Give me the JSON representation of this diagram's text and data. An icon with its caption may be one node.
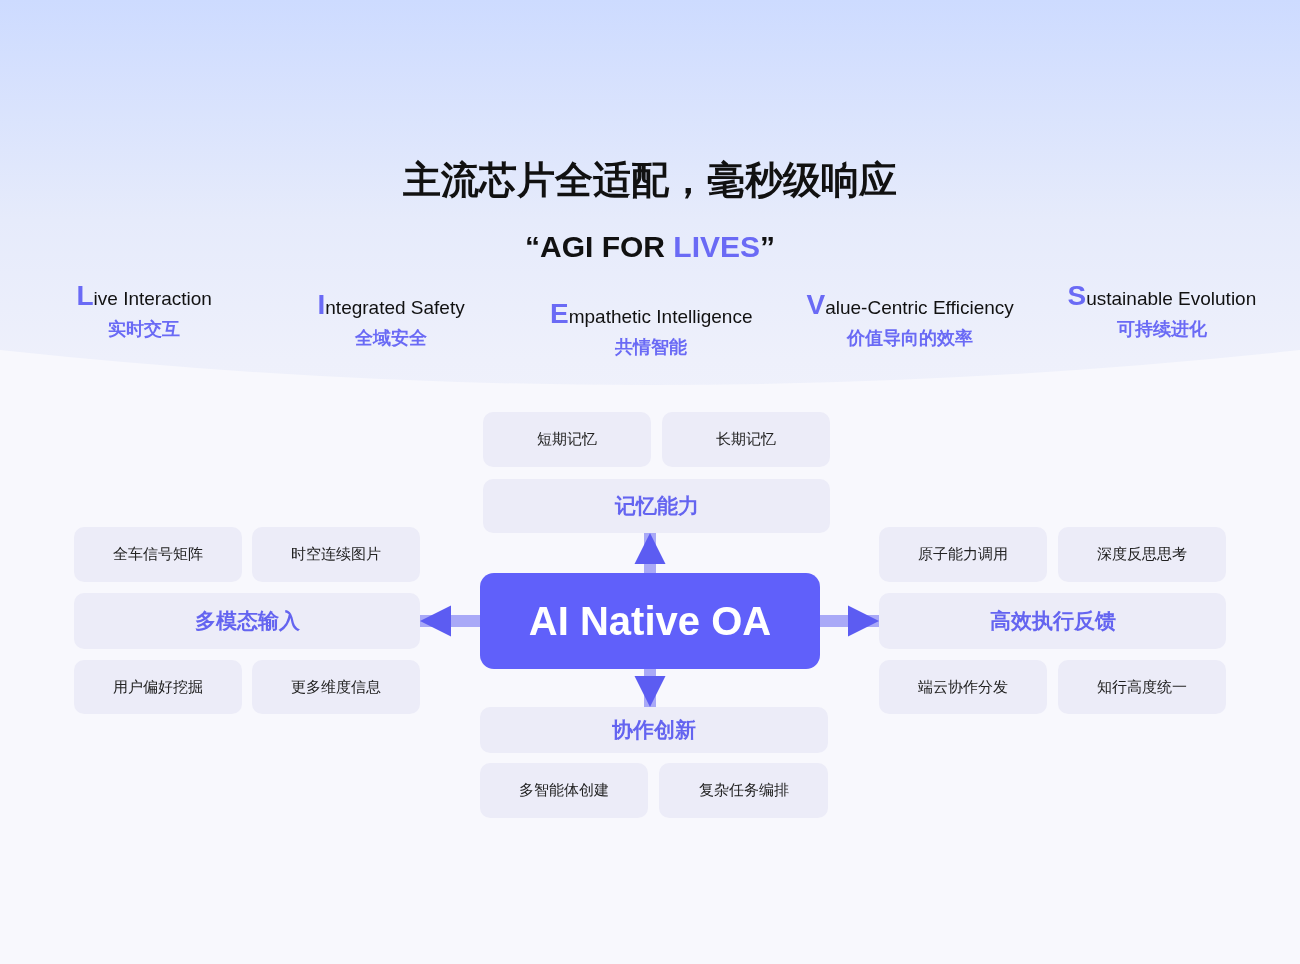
{
  "diagram": {
    "title": "主流芯片全适配，毫秒级响应",
    "nodes": [
      {
        "text": [
          "短期记忆"
        ]
      },
      {
        "text": [
          "长期记忆"
        ]
      },
      {
        "text": [
          "记忆能力"
        ]
      },
      {
        "text": [
          "全车信号矩阵"
        ]
      },
      {
        "text": [
          "时空连续图片"
        ]
      },
      {
        "text": [
          "原子能力调用"
        ]
      },
      {
        "text": [
          "深度反思思考"
        ]
      },
      {
        "text": [
          "多模态输入"
        ]
      },
      {
        "text": [
          "AI Native OA"
        ]
      },
      {
        "text": [
          "高效执行反馈"
        ]
      },
      {
        "text": [
          "用户偏好挖掘"
        ]
      },
      {
        "text": [
          "更多维度信息"
        ]
      },
      {
        "text": [
          "端云协作分发"
        ]
      },
      {
        "text": [
          "知行高度统一"
        ]
      },
      {
        "text": [
          "协作创新"
        ]
      },
      {
        "text": [
          "多智能体创建"
        ]
      },
      {
        "text": [
          "复杂任务编排"
        ]
      }
    ],
    "edges": [
      {
        "from": 8,
        "to": 2,
        "arrow": "to"
      },
      {
        "from": 8,
        "to": 7,
        "arrow": "to"
      },
      {
        "from": 8,
        "to": 9,
        "arrow": "to"
      },
      {
        "from": 8,
        "to": 14,
        "arrow": "to"
      }
    ],
    "labels": [
      "“AGI FOR LIVES”",
      "Live Interaction",
      "实时交互",
      "Integrated Safety",
      "全域安全",
      "Empathetic Intelligence",
      "共情智能",
      "Value-Centric Efficiency",
      "价值导向的效率",
      "Sustainable Evolution",
      "可持续进化"
    ]
  }
}
